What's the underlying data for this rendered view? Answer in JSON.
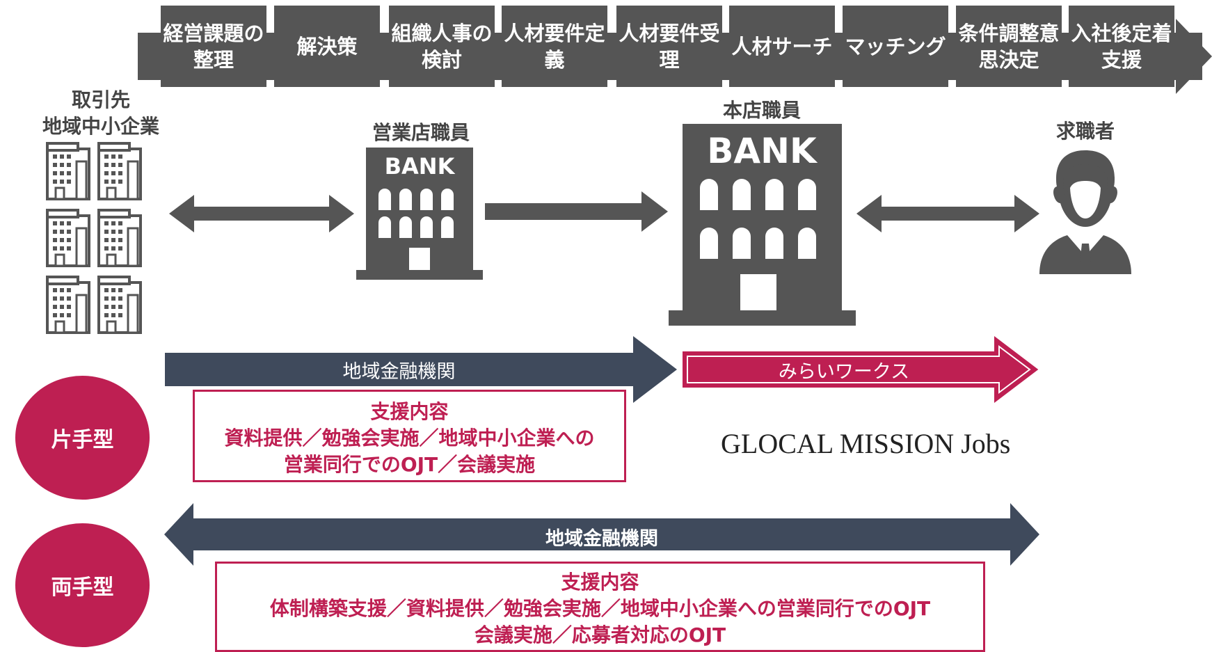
{
  "process": {
    "steps": [
      "経営課題の整理",
      "解決策",
      "組織人事の検討",
      "人材要件定義",
      "人材要件受理",
      "人材サーチ",
      "マッチング",
      "条件調整意思決定",
      "入社後定着支援"
    ]
  },
  "actors": {
    "client_line1": "取引先",
    "client_line2": "地域中小企業",
    "branch": "営業店職員",
    "head_office": "本店職員",
    "job_seeker": "求職者",
    "bank_sign": "BANK"
  },
  "katate": {
    "type_label": "片手型",
    "regional_bank_label": "地域金融機関",
    "mirai_label": "みらいワークス",
    "support_title": "支援内容",
    "support_line1": "資料提供／勉強会実施／地域中小企業への",
    "support_line2": "営業同行でのOJT／会議実施",
    "logo_text": "GLOCAL MISSION Jobs"
  },
  "ryote": {
    "type_label": "両手型",
    "regional_bank_label": "地域金融機関",
    "support_title": "支援内容",
    "support_line1": "体制構築支援／資料提供／勉強会実施／地域中小企業への営業同行でのOJT",
    "support_line2": "会議実施／応募者対応のOJT"
  },
  "colors": {
    "accent": "#be1f52",
    "dark_gray": "#555555",
    "navy": "#3f4a5c"
  }
}
